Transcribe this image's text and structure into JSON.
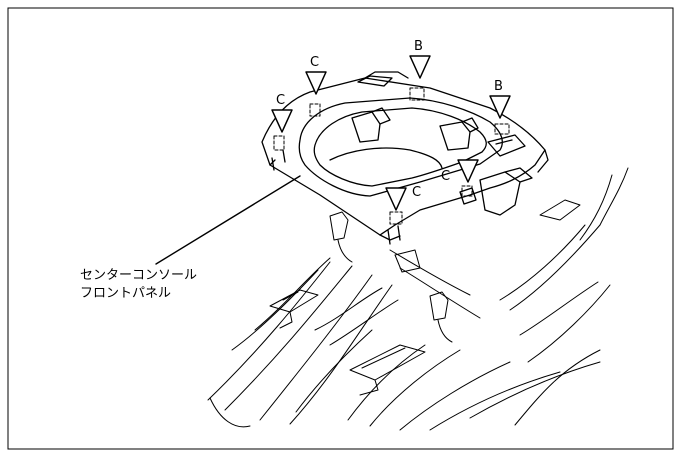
{
  "diagram": {
    "part_label": {
      "line1": "センターコンソール",
      "line2": "フロントパネル"
    },
    "callouts": [
      {
        "id": "b1",
        "letter": "B"
      },
      {
        "id": "b2",
        "letter": "B"
      },
      {
        "id": "c1",
        "letter": "C"
      },
      {
        "id": "c2",
        "letter": "C"
      },
      {
        "id": "c3",
        "letter": "C"
      },
      {
        "id": "c4",
        "letter": "C"
      }
    ]
  }
}
